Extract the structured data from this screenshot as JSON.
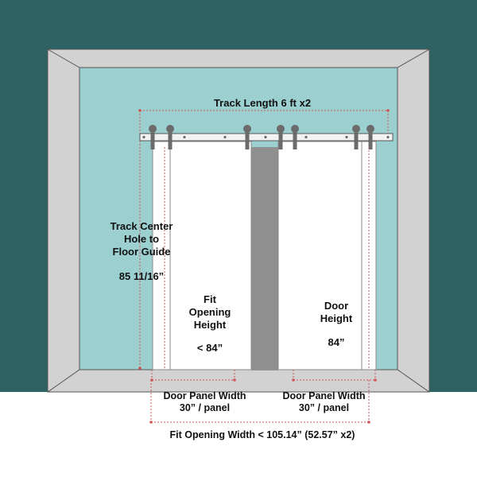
{
  "colors": {
    "outer_wall": "#2e6163",
    "inner_wall": "#9ccfcf",
    "frame": "#d2d2d2",
    "frame_stroke": "#555555",
    "door": "#ffffff",
    "door_stroke": "#8a8a8a",
    "gap": "#8f8f8f",
    "track": "#f2f2f2",
    "hanger": "#6b6b6b",
    "dimension_line": "#d05555",
    "text": "#111111"
  },
  "labels": {
    "track_length": "Track Length  6 ft x2",
    "track_center_line1": "Track Center",
    "track_center_line2": "Hole to",
    "track_center_line3": "Floor Guide",
    "track_center_value": "85 11/16”",
    "fit_opening_height_line1": "Fit",
    "fit_opening_height_line2": "Opening",
    "fit_opening_height_line3": "Height",
    "fit_opening_height_value": "< 84”",
    "door_height_line1": "Door",
    "door_height_line2": "Height",
    "door_height_value": "84”",
    "door_panel_width_left": "Door Panel Width",
    "door_panel_value_left": "30” / panel",
    "door_panel_width_right": "Door Panel Width",
    "door_panel_value_right": "30” / panel",
    "fit_opening_width": "Fit Opening Width   < 105.14” (52.57” x2)"
  },
  "icons": {
    "hanger": "barn-door-hanger-icon",
    "track": "barn-door-track-rail",
    "dimension_marker": "dimension-arrow-line"
  }
}
